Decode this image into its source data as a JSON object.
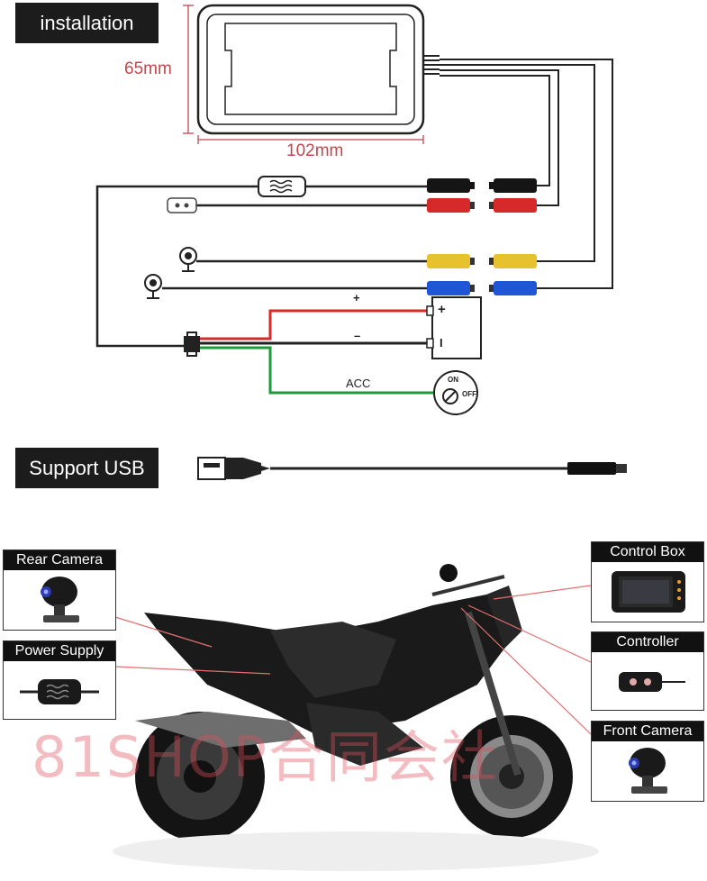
{
  "labels": {
    "installation": "installation",
    "support_usb": "Support USB"
  },
  "dimensions": {
    "height": "65mm",
    "width": "102mm"
  },
  "wiring": {
    "plus": "+",
    "minus": "–",
    "acc": "ACC",
    "battery_plus": "+",
    "battery_minus": "I",
    "switch_on": "ON",
    "switch_off": "OFF"
  },
  "callouts": {
    "rear_camera": "Rear Camera",
    "power_supply": "Power Supply",
    "control_box": "Control Box",
    "controller": "Controller",
    "front_camera": "Front Camera"
  },
  "watermark": "81SHOP合同会社",
  "colors": {
    "dimension": "#c0484e",
    "red_wire": "#d62a2a",
    "green_wire": "#1e9a3a",
    "yellow_plug": "#e8c22e",
    "blue_plug": "#1f56d6",
    "label_bg": "#1c1c1c"
  }
}
